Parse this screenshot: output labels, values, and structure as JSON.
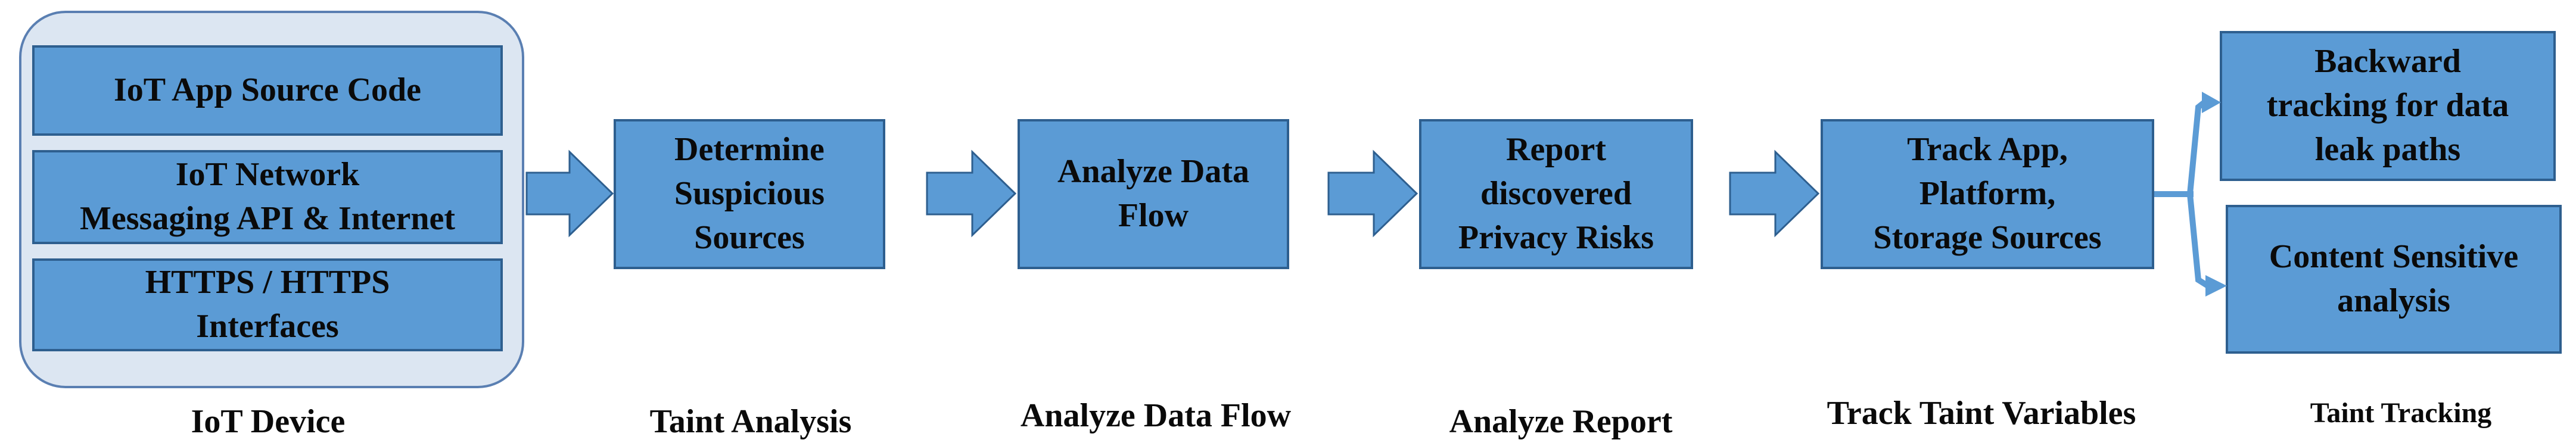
{
  "device": {
    "items": [
      {
        "lines": [
          "IoT App Source Code"
        ]
      },
      {
        "lines": [
          "IoT Network",
          "Messaging API & Internet"
        ]
      },
      {
        "lines": [
          "HTTPS / HTTPS",
          "Interfaces"
        ]
      }
    ],
    "caption": "IoT Device"
  },
  "stages": [
    {
      "lines": [
        "Determine",
        "Suspicious",
        "Sources"
      ],
      "caption": "Taint Analysis"
    },
    {
      "lines": [
        "Analyze Data",
        "Flow"
      ],
      "caption": "Analyze Data Flow"
    },
    {
      "lines": [
        "Report",
        "discovered",
        "Privacy Risks"
      ],
      "caption": "Analyze Report"
    },
    {
      "lines": [
        "Track App,",
        "Platform,",
        "Storage Sources"
      ],
      "caption": "Track Taint Variables"
    }
  ],
  "outputs": [
    {
      "lines": [
        "Backward",
        "tracking for data",
        "leak paths"
      ]
    },
    {
      "lines": [
        "Content Sensitive",
        "analysis"
      ]
    }
  ],
  "outputs_caption": "Taint Tracking",
  "colors": {
    "box_fill": "#5b9bd5",
    "box_border": "#2e5f8f",
    "device_fill": "#dce6f2",
    "device_border": "#5a7fb2",
    "arrow": "#5b9bd5"
  }
}
